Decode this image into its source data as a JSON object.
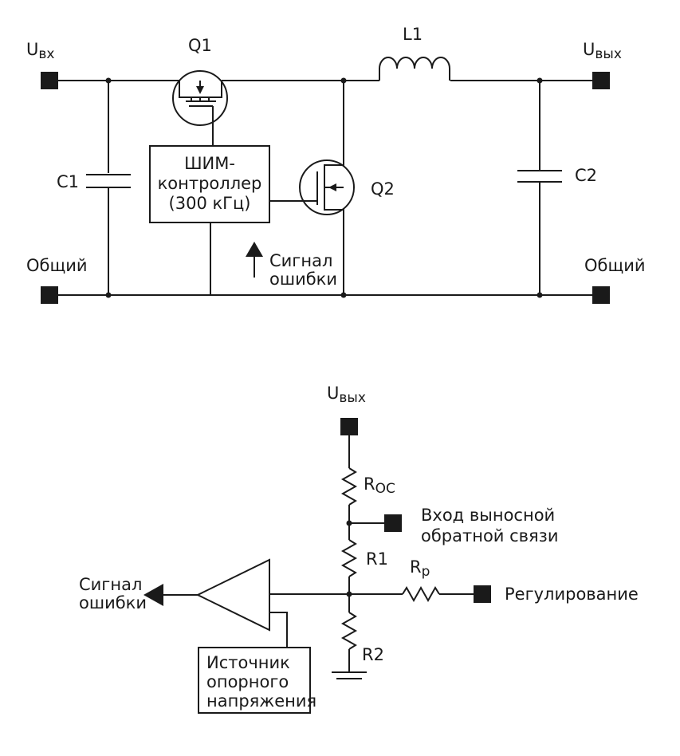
{
  "top": {
    "vin": {
      "main": "U",
      "sub": "вх"
    },
    "vout": {
      "main": "U",
      "sub": "вых"
    },
    "q1": "Q1",
    "q2": "Q2",
    "l1": "L1",
    "c1": "C1",
    "c2": "C2",
    "gnd_left": "Общий",
    "gnd_right": "Общий",
    "pwm_line1": "ШИМ-",
    "pwm_line2": "контроллер",
    "pwm_line3": "(300 кГц)",
    "err_line1": "Сигнал",
    "err_line2": "ошибки"
  },
  "bottom": {
    "vout": {
      "main": "U",
      "sub": "вых"
    },
    "roc": {
      "main": "R",
      "sub": "ОС"
    },
    "r1": "R1",
    "r2": "R2",
    "rp": {
      "main": "R",
      "sub": "р"
    },
    "remote_line1": "Вход выносной",
    "remote_line2": "обратной связи",
    "regulation": "Регулирование",
    "err_line1": "Сигнал",
    "err_line2": "ошибки",
    "ref_line1": "Источник",
    "ref_line2": "опорного",
    "ref_line3": "напряжения"
  }
}
